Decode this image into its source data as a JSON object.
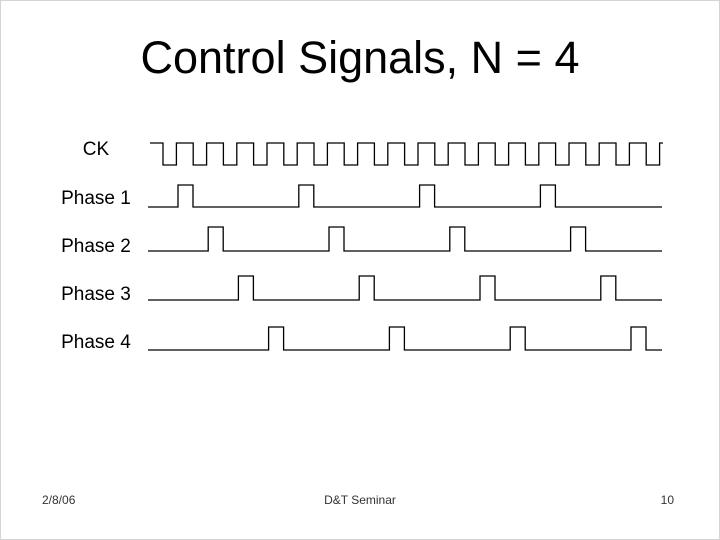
{
  "slide": {
    "title": "Control Signals, N = 4",
    "footer": {
      "date": "2/8/06",
      "seminar": "D&T Seminar",
      "page_number": "10"
    },
    "colors": {
      "background": "#ffffff",
      "line": "#000000",
      "title_text": "#000000",
      "footer_text": "#333333"
    }
  },
  "timing_diagram": {
    "type": "timing",
    "n": 4,
    "clock": {
      "label": "CK",
      "cycles": 17,
      "starts_high": true
    },
    "phases": [
      {
        "label": "Phase 1",
        "active_cycles": [
          0,
          4,
          8,
          12
        ]
      },
      {
        "label": "Phase 2",
        "active_cycles": [
          1,
          5,
          9,
          13
        ]
      },
      {
        "label": "Phase 3",
        "active_cycles": [
          2,
          6,
          10,
          14
        ]
      },
      {
        "label": "Phase 4",
        "active_cycles": [
          3,
          7,
          11,
          15
        ]
      }
    ]
  }
}
